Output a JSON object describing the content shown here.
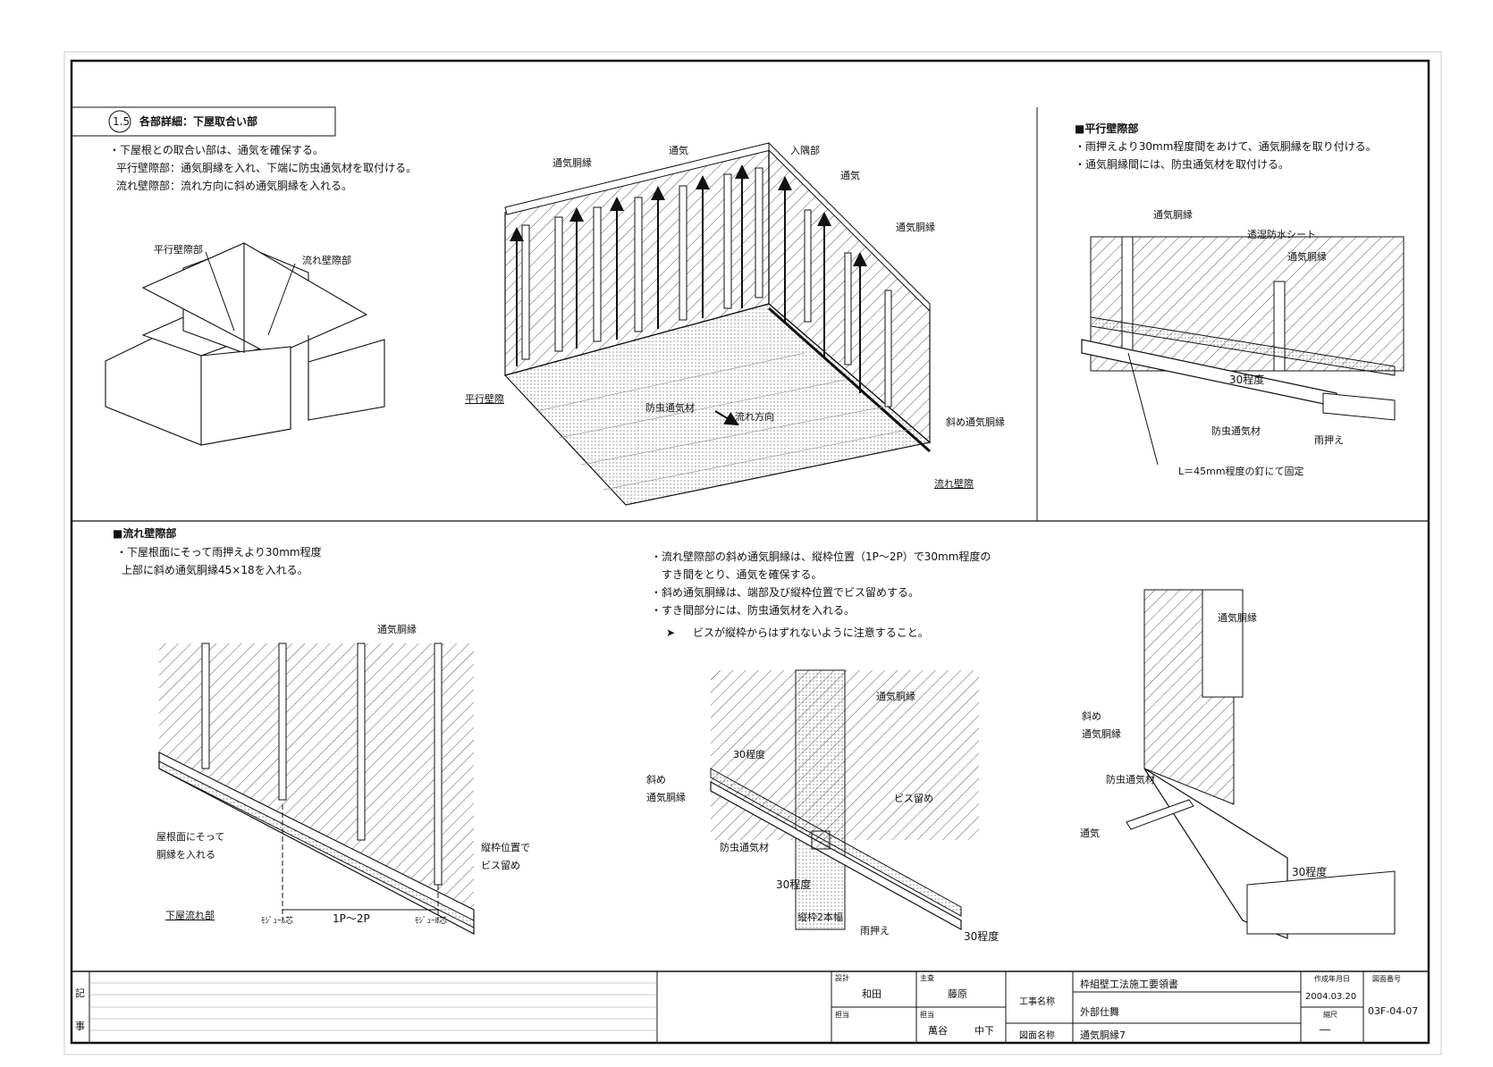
{
  "header": {
    "section_no": "1.5",
    "section_title": "各部詳細：下屋取合い部"
  },
  "intro": [
    "・下屋根との取合い部は、通気を確保する。",
    "平行壁際部：通気胴縁を入れ、下端に防虫通気材を取付ける。",
    "流れ壁際部：流れ方向に斜め通気胴縁を入れる。"
  ],
  "house_labels": {
    "parallel": "平行壁際部",
    "slope": "流れ壁際部"
  },
  "iso_labels": {
    "vent1": "通気",
    "batten1": "通気胴縁",
    "inner": "入隅部",
    "vent2": "通気",
    "batten2": "通気胴縁",
    "parallel": "平行壁際",
    "insect": "防虫通気材",
    "flow": "流れ方向",
    "diag": "斜め通気胴縁",
    "slopewall": "流れ壁際"
  },
  "parallel_section": {
    "heading": "■平行壁際部",
    "notes": [
      "・雨押えより30mm程度間をあけて、通気胴縁を取り付ける。",
      "・通気胴縁間には、防虫通気材を取付ける。"
    ],
    "labels": {
      "batten1": "通気胴縁",
      "sheet": "透湿防水シート",
      "batten2": "通気胴縁",
      "gap": "30程度",
      "insect": "防虫通気材",
      "flash": "雨押え",
      "nail": "L＝45mm程度の釘にて固定"
    }
  },
  "slope_section": {
    "heading": "■流れ壁際部",
    "notes": [
      "・下屋根面にそって雨押えより30mm程度",
      "上部に斜め通気胴縁45×18を入れる。"
    ],
    "labels": {
      "batten": "通気胴縁",
      "along1": "屋根面にそって",
      "along2": "胴縁を入れる",
      "fix1": "縦枠位置で",
      "fix2": "ビス留め",
      "lower": "下屋流れ部",
      "mod1": "ﾓｼﾞｭｰﾙ芯",
      "span": "1P～2P",
      "mod2": "ﾓｼﾞｭｰﾙ芯"
    }
  },
  "center_notes": [
    "・流れ壁際部の斜め通気胴縁は、縦枠位置（1P～2P）で30mm程度の",
    "すき間をとり、通気を確保する。",
    "・斜め通気胴縁は、端部及び縦枠位置でビス留めする。",
    "・すき間部分には、防虫通気材を入れる。"
  ],
  "caution": "ビスが縦枠からはずれないように注意すること。",
  "mid_detail": {
    "batten": "通気胴縁",
    "gap80": "30程度",
    "diag1": "斜め",
    "diag2": "通気胴縁",
    "screw": "ビス留め",
    "insect": "防虫通気材",
    "gap": "30程度",
    "stud": "縦枠2本幅",
    "flash": "雨押え",
    "gap2": "30程度"
  },
  "right_detail": {
    "batten": "通気胴縁",
    "diag1": "斜め",
    "diag2": "通気胴縁",
    "insect": "防虫通気材",
    "vent": "通気",
    "gap": "30程度"
  },
  "title_block": {
    "remark1": "記",
    "remark2": "事",
    "drawn_label": "設計",
    "drawn": "和田",
    "chief_label": "主査",
    "chief": "藤原",
    "check_label": "担当",
    "check1": "萬谷",
    "check2": "中下",
    "check_label2": "担当",
    "project_label": "工事名称",
    "project": "枠組壁工法施工要領書",
    "sub": "外部仕舞",
    "drawing_label": "図面名称",
    "drawing": "通気胴縁7",
    "date_label": "作成年月日",
    "date": "2004.03.20",
    "scale_label": "縮尺",
    "scale": "──",
    "no_label": "図面番号",
    "no": "03F-04-07"
  }
}
